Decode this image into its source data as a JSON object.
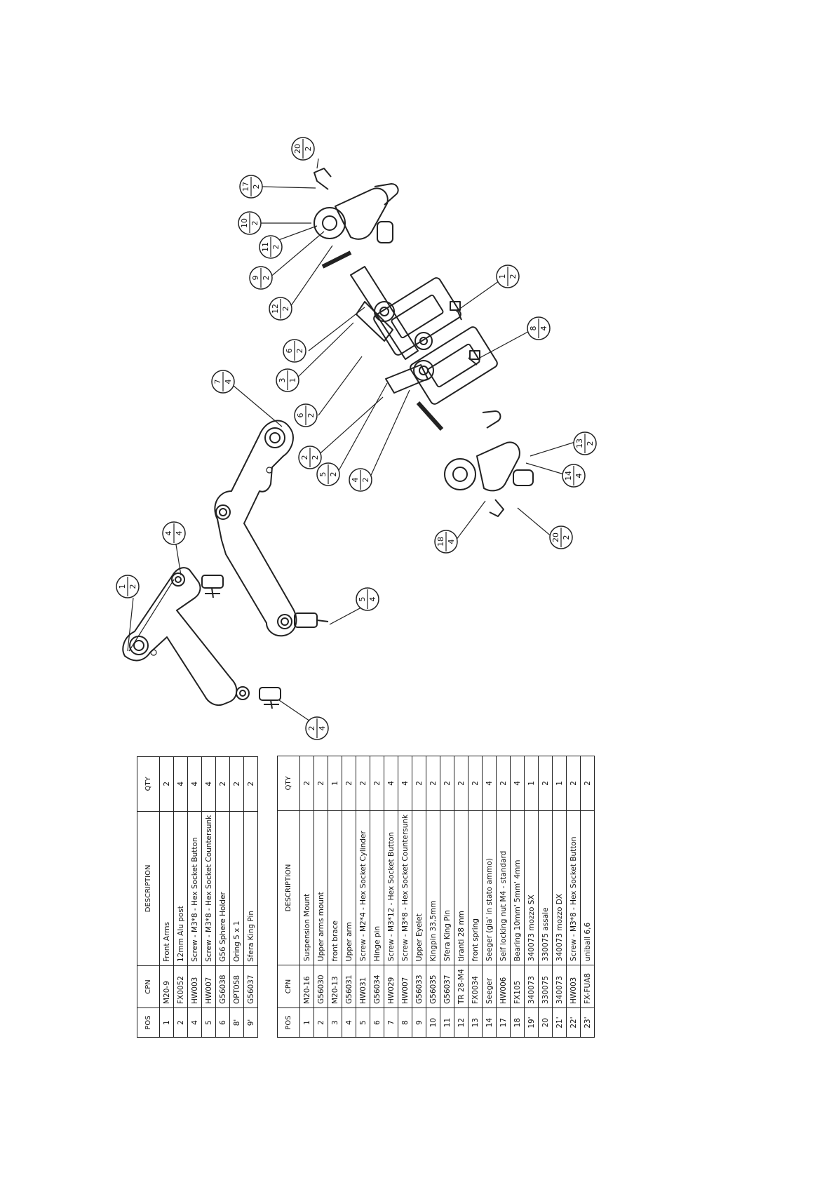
{
  "table_headers": [
    "POS",
    "CPN",
    "DESCRIPTION",
    "QTY"
  ],
  "table1": [
    {
      "pos": "1",
      "cpn": "M20-9",
      "desc": "Front Arms",
      "qty": "2"
    },
    {
      "pos": "2",
      "cpn": "FX0052",
      "desc": "12mm Alu post",
      "qty": "4"
    },
    {
      "pos": "4",
      "cpn": "HW003",
      "desc": "Screw - M3*8 - Hex Socket Button",
      "qty": "4"
    },
    {
      "pos": "5",
      "cpn": "HW007",
      "desc": "Screw - M3*8 - Hex Socket Countersunk",
      "qty": "4"
    },
    {
      "pos": "6",
      "cpn": "G56038",
      "desc": "G56 Sphere Holder",
      "qty": "2"
    },
    {
      "pos": "8'",
      "cpn": "OPT058",
      "desc": "Oring 5 x 1",
      "qty": "2"
    },
    {
      "pos": "9'",
      "cpn": "G56037",
      "desc": "Sfera King Pin",
      "qty": "2"
    }
  ],
  "table2": [
    {
      "pos": "1",
      "cpn": "M20-16",
      "desc": "Suspension Mount",
      "qty": "2"
    },
    {
      "pos": "2",
      "cpn": "G56030",
      "desc": "Upper arms mount",
      "qty": "2"
    },
    {
      "pos": "3",
      "cpn": "M20-13",
      "desc": "front brace",
      "qty": "1"
    },
    {
      "pos": "4",
      "cpn": "G56031",
      "desc": "Upper arm",
      "qty": "2"
    },
    {
      "pos": "5",
      "cpn": "HW031",
      "desc": "Screw - M2*4 - Hex Socket Cylinder",
      "qty": "2"
    },
    {
      "pos": "6",
      "cpn": "G56034",
      "desc": "Hinge pin",
      "qty": "2"
    },
    {
      "pos": "7",
      "cpn": "HW029",
      "desc": "Screw - M3*12 - Hex Socket Button",
      "qty": "4"
    },
    {
      "pos": "8",
      "cpn": "HW007",
      "desc": "Screw - M3*8 - Hex Socket Countersunk",
      "qty": "4"
    },
    {
      "pos": "9",
      "cpn": "G56033",
      "desc": "Upper Eyelet",
      "qty": "2"
    },
    {
      "pos": "10",
      "cpn": "G56035",
      "desc": "Kingpin 33,5mm",
      "qty": "2"
    },
    {
      "pos": "11",
      "cpn": "G56037",
      "desc": "Sfera King Pin",
      "qty": "2"
    },
    {
      "pos": "12",
      "cpn": "TR 28-M4",
      "desc": "tiranti 28 mm",
      "qty": "2"
    },
    {
      "pos": "13",
      "cpn": "FX0034",
      "desc": "front spring",
      "qty": "2"
    },
    {
      "pos": "14",
      "cpn": "Seeger",
      "desc": "Seeger (gia' in stato ammo)",
      "qty": "4"
    },
    {
      "pos": "17",
      "cpn": "HW006",
      "desc": "Self locking nut M4 - standard",
      "qty": "2"
    },
    {
      "pos": "18",
      "cpn": "FX105",
      "desc": "Bearing 10mm' 5mm' 4mm",
      "qty": "4"
    },
    {
      "pos": "19'",
      "cpn": "340073",
      "desc": "340073 mozzo SX",
      "qty": "1"
    },
    {
      "pos": "20",
      "cpn": "330075",
      "desc": "330075 assale",
      "qty": "2"
    },
    {
      "pos": "21'",
      "cpn": "340073",
      "desc": "340073 mozzo DX",
      "qty": "1"
    },
    {
      "pos": "22'",
      "cpn": "HW003",
      "desc": "Screw - M3*8 - Hex Socket Button",
      "qty": "2"
    },
    {
      "pos": "23'",
      "cpn": "FX-FUA8",
      "desc": "uniball 6,6",
      "qty": "2"
    }
  ],
  "balloons": [
    {
      "num": "20",
      "qty": "2"
    },
    {
      "num": "17",
      "qty": "2"
    },
    {
      "num": "10",
      "qty": "2"
    },
    {
      "num": "11",
      "qty": "2"
    },
    {
      "num": "9",
      "qty": "2"
    },
    {
      "num": "12",
      "qty": "2"
    },
    {
      "num": "1",
      "qty": "2"
    },
    {
      "num": "6",
      "qty": "2"
    },
    {
      "num": "8",
      "qty": "4"
    },
    {
      "num": "3",
      "qty": "1"
    },
    {
      "num": "6",
      "qty": "2"
    },
    {
      "num": "2",
      "qty": "2"
    },
    {
      "num": "5",
      "qty": "2"
    },
    {
      "num": "4",
      "qty": "2"
    },
    {
      "num": "7",
      "qty": "4"
    },
    {
      "num": "13",
      "qty": "2"
    },
    {
      "num": "14",
      "qty": "4"
    },
    {
      "num": "18",
      "qty": "4"
    },
    {
      "num": "20",
      "qty": "2"
    },
    {
      "num": "4",
      "qty": "4"
    },
    {
      "num": "1",
      "qty": "2"
    },
    {
      "num": "5",
      "qty": "4"
    },
    {
      "num": "2",
      "qty": "4"
    }
  ]
}
